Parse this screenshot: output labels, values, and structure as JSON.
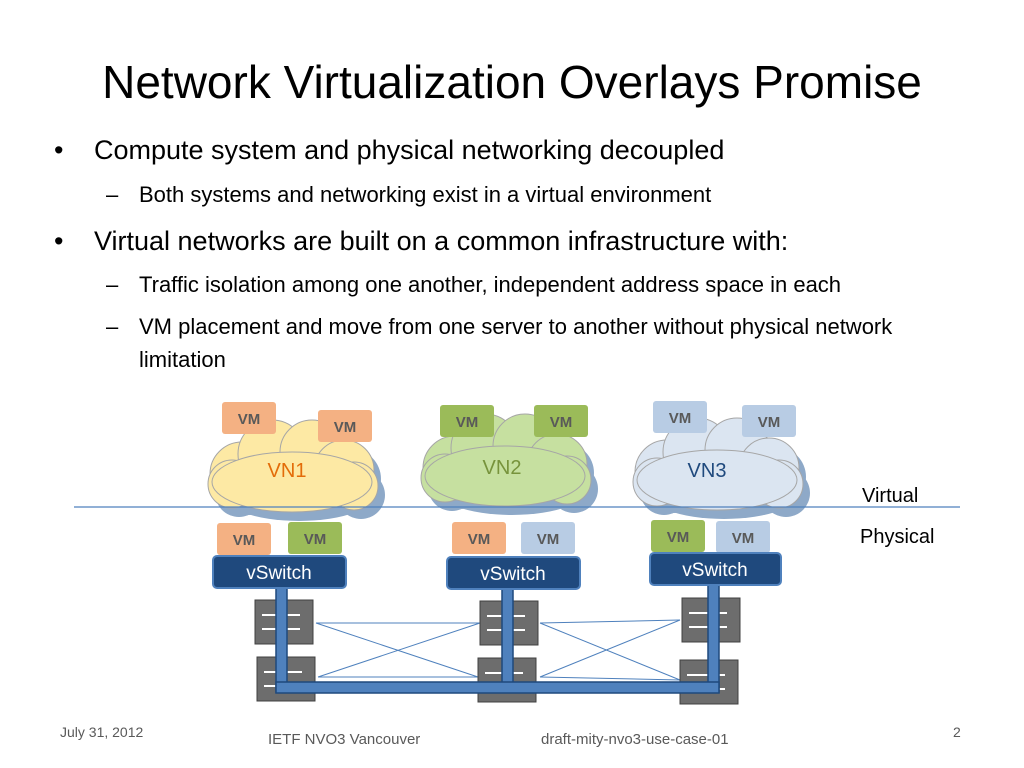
{
  "slide": {
    "title": "Network Virtualization Overlays Promise",
    "bullets": [
      {
        "level": 1,
        "text": "Compute system and physical networking decoupled"
      },
      {
        "level": 2,
        "text": "Both systems and networking exist in a virtual environment"
      },
      {
        "level": 1,
        "text": "Virtual networks are built on a common infrastructure with:"
      },
      {
        "level": 2,
        "text": "Traffic isolation among one another, independent address space in each"
      },
      {
        "level": 2,
        "text": "VM placement and move from one server to another without physical network limitation"
      }
    ],
    "bullet_glyph": "•",
    "dash_glyph": "–"
  },
  "diagram": {
    "virtual_label": "Virtual",
    "physical_label": "Physical",
    "vm_label": "VM",
    "clouds": [
      {
        "label": "VN1",
        "color": "#fde9a4",
        "text_color": "#e36c09",
        "vm_colors": [
          "#f4b183",
          "#f4b183"
        ]
      },
      {
        "label": "VN2",
        "color": "#c6e0a0",
        "text_color": "#77933c",
        "vm_colors": [
          "#9bbb59",
          "#9bbb59"
        ]
      },
      {
        "label": "VN3",
        "color": "#dbe5f1",
        "text_color": "#1f497d",
        "vm_colors": [
          "#b8cce4",
          "#b8cce4"
        ]
      }
    ],
    "vswitch_label": "vSwitch",
    "vswitches": [
      {
        "vm_colors": [
          "#f4b183",
          "#9bbb59"
        ]
      },
      {
        "vm_colors": [
          "#f4b183",
          "#b8cce4"
        ]
      },
      {
        "vm_colors": [
          "#9bbb59",
          "#b8cce4"
        ]
      }
    ],
    "colors": {
      "vswitch_fill": "#1f497d",
      "vswitch_stroke": "#4f81bd",
      "pipe": "#4f81bd",
      "divider": "#4f81bd",
      "router": "#6d6d6d"
    }
  },
  "footer": {
    "date": "July 31, 2012",
    "event": "IETF NVO3 Vancouver",
    "draft": "draft-mity-nvo3-use-case-01",
    "page": "2"
  }
}
